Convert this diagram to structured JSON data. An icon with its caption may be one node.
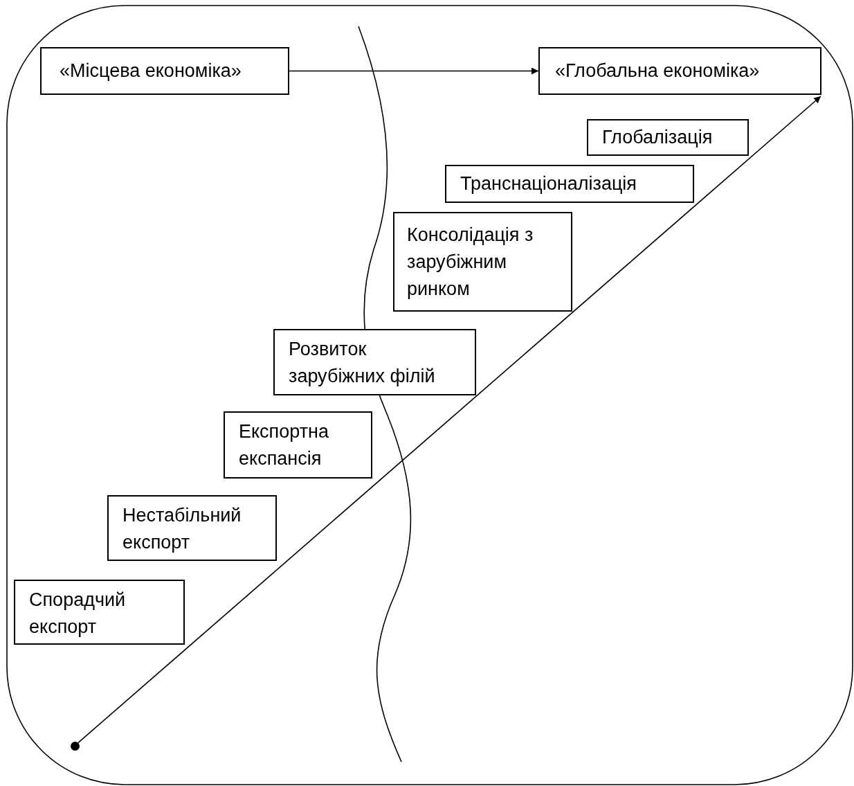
{
  "diagram": {
    "nodes": [
      {
        "text": [
          "«Місцева економіка»"
        ]
      },
      {
        "text": [
          "«Глобальна економіка»"
        ]
      },
      {
        "text": [
          "Глобалізація"
        ]
      },
      {
        "text": [
          "Транснаціоналізація"
        ]
      },
      {
        "text": [
          "Консолідація з зарубіжним ринком"
        ]
      },
      {
        "text": [
          "Розвиток зарубіжних філій"
        ]
      },
      {
        "text": [
          "Експортна експансія"
        ]
      },
      {
        "text": [
          "Нестабільний експорт"
        ]
      },
      {
        "text": [
          "Спорадчий експорт"
        ]
      },
      {
        "text": [],
        "shape": "circle"
      }
    ],
    "edges": [
      {
        "from": 0,
        "to": 1,
        "arrow": "to"
      },
      {
        "from": 9,
        "to": 1,
        "arrow": "to"
      }
    ]
  }
}
